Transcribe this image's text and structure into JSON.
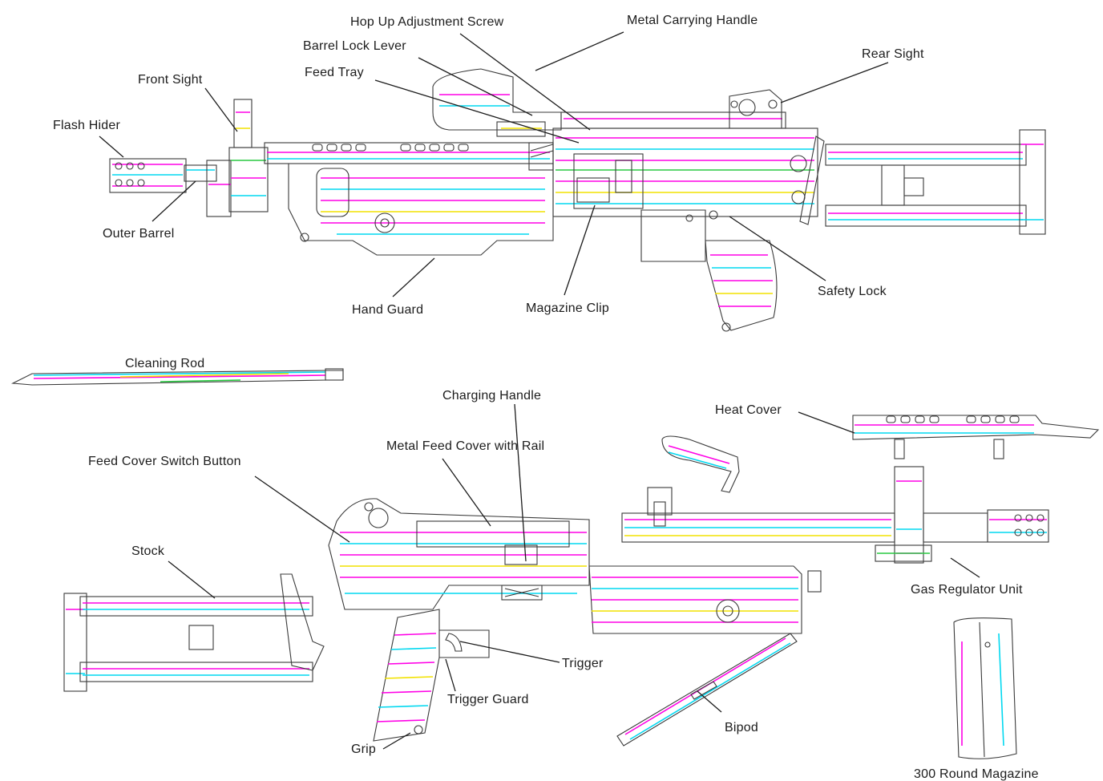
{
  "labels": {
    "hop_up_adjustment_screw": "Hop Up Adjustment Screw",
    "metal_carrying_handle": "Metal Carrying Handle",
    "barrel_lock_lever": "Barrel Lock Lever",
    "feed_tray": "Feed Tray",
    "rear_sight": "Rear Sight",
    "front_sight": "Front Sight",
    "flash_hider": "Flash Hider",
    "outer_barrel": "Outer Barrel",
    "hand_guard": "Hand Guard",
    "magazine_clip": "Magazine Clip",
    "safety_lock": "Safety Lock",
    "cleaning_rod": "Cleaning Rod",
    "charging_handle": "Charging Handle",
    "heat_cover": "Heat Cover",
    "metal_feed_cover_with_rail": "Metal Feed Cover with Rail",
    "feed_cover_switch_button": "Feed Cover Switch Button",
    "stock": "Stock",
    "gas_regulator_unit": "Gas Regulator Unit",
    "trigger": "Trigger",
    "trigger_guard": "Trigger Guard",
    "bipod": "Bipod",
    "grip": "Grip",
    "round_magazine": "300 Round Magazine"
  },
  "colors": {
    "text": "#1c1c1c",
    "outline": "#3a3a3a",
    "magenta": "#ff00e6",
    "cyan": "#00d8f0",
    "yellow": "#f2e200",
    "green": "#28c840"
  }
}
